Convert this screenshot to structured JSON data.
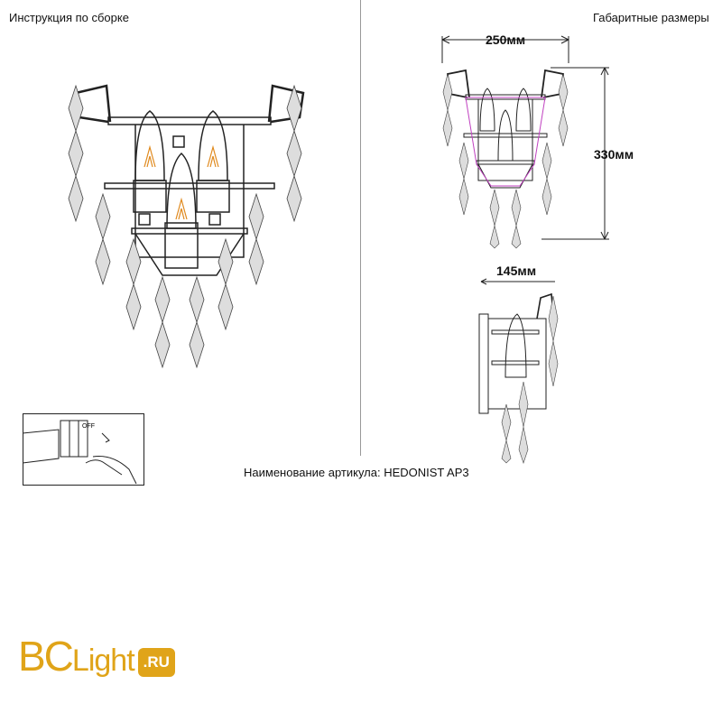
{
  "header": {
    "left_title": "Инструкция по сборке",
    "right_title": "Габаритные размеры"
  },
  "dimensions": {
    "width": "250мм",
    "height": "330мм",
    "depth": "145мм"
  },
  "article": {
    "text": "Наименование артикула: HEDONIST AP3"
  },
  "logo": {
    "brand_bc": "BC",
    "brand_light": "Light",
    "brand_ru": ".RU",
    "color": "#e0a419"
  },
  "colors": {
    "line": "#222222",
    "bulb_filament": "#e08a1e",
    "dimension_outline": "#c040c0"
  },
  "icons": [
    "fixture-front-drawing",
    "fixture-dimension-drawing",
    "fixture-side-drawing",
    "power-switch-hand-icon"
  ]
}
